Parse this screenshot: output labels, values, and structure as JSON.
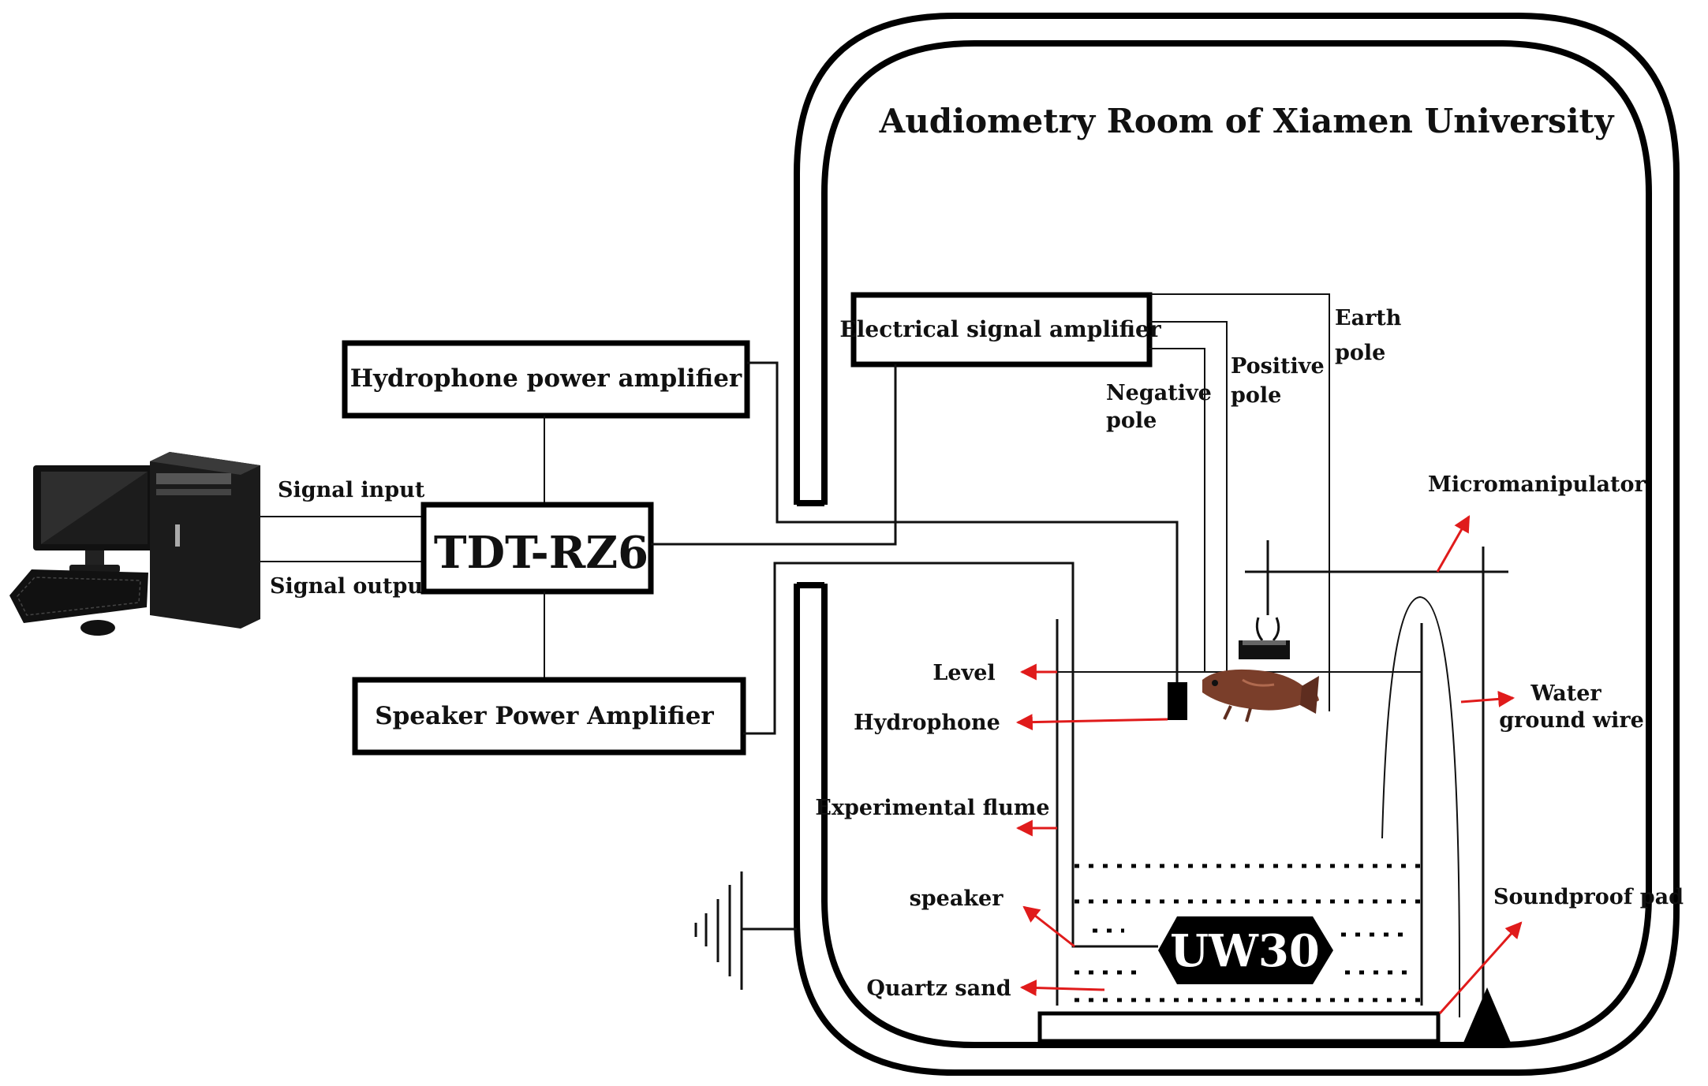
{
  "title": "Audiometry Room of Xiamen University",
  "boxes": {
    "hydrophone_power_amplifier": "Hydrophone power amplifier",
    "tdt": "TDT-RZ6",
    "speaker_power_amplifier": "Speaker Power Amplifier",
    "electrical_signal_amplifier": "Electrical signal amplifier"
  },
  "computer": {
    "signal_input": "Signal input",
    "signal_output": "Signal output"
  },
  "poles": {
    "earth_line1": "Earth",
    "earth_line2": "pole",
    "positive_line1": "Positive",
    "positive_line2": "pole",
    "negative_line1": "Negative",
    "negative_line2": "pole"
  },
  "labels": {
    "micromanipulator": "Micromanipulator",
    "level": "Level",
    "hydrophone": "Hydrophone",
    "water_ground_wire_line1": "Water",
    "water_ground_wire_line2": "ground wire",
    "experimental_flume": "Experimental flume",
    "speaker": "speaker",
    "soundproof_pad": "Soundproof pad",
    "quartz_sand": "Quartz sand"
  },
  "speaker_model": "UW30",
  "colors": {
    "arrow": "#e01b1b",
    "line": "#000000"
  }
}
